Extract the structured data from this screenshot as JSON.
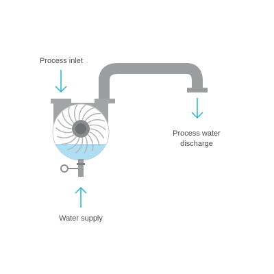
{
  "labels": {
    "process_inlet": "Process inlet",
    "discharge_line1": "Process water",
    "discharge_line2": "discharge",
    "water_supply": "Water supply"
  },
  "colors": {
    "pipe": "#9b9d9f",
    "pipe_dark": "#7e8184",
    "housing": "#a2a4a6",
    "water": "#a9dcf2",
    "arrow": "#27b3cf",
    "hub": "#8a8c8e",
    "text": "#4a4a4a"
  },
  "icons": {
    "inlet_arrow": "arrow-down-icon",
    "discharge_arrow": "arrow-down-icon",
    "supply_arrow": "arrow-up-icon"
  }
}
